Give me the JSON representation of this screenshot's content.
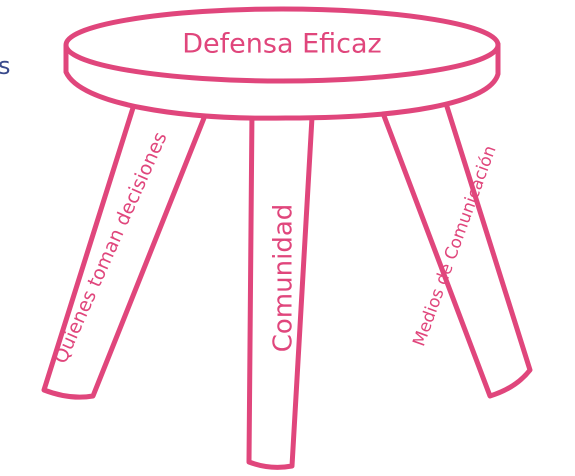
{
  "stool": {
    "seat_label": "Defensa Eficaz",
    "legs": {
      "left": "Quienes toman decisiones",
      "center": "Comunidad",
      "right": "Medios de Comunicación"
    }
  },
  "edge_fragment": "s",
  "colors": {
    "stroke": "#e0467c",
    "text": "#e0467c",
    "edge_text": "#3a4a8c",
    "background": "#ffffff"
  }
}
